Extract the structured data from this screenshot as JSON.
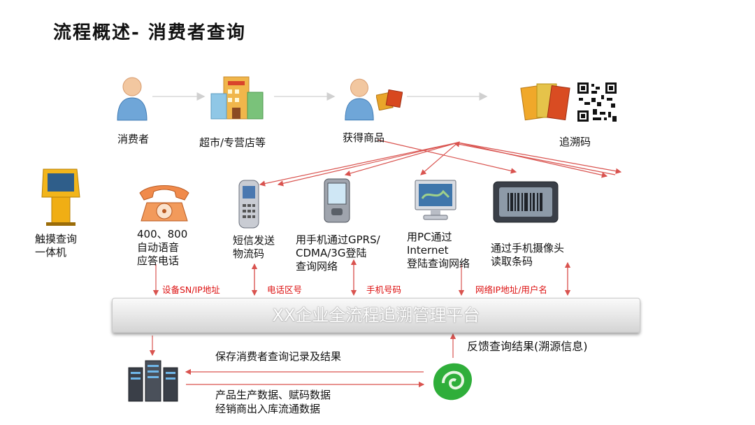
{
  "title": "流程概述- 消费者查询",
  "top_row": {
    "consumer": "消费者",
    "store": "超市/专营店等",
    "product": "获得商品",
    "trace_code": "追溯码"
  },
  "channels": {
    "kiosk": [
      "触摸查询",
      "一体机"
    ],
    "phone": [
      "400、800",
      "自动语音",
      "应答电话"
    ],
    "sms": [
      "短信发送",
      "物流码"
    ],
    "gprs": [
      "用手机通过GPRS/",
      "CDMA/3G登陆",
      "查询网络"
    ],
    "pc": [
      "用PC通过",
      "Internet",
      "登陆查询网络"
    ],
    "camera": [
      "通过手机摄像头",
      "读取条码"
    ]
  },
  "red_labels": {
    "device": "设备SN/IP地址",
    "area_code": "电话区号",
    "phone_number": "手机号码",
    "ip_user": "网络IP地址/用户名"
  },
  "platform": "XX企业全流程追溯管理平台",
  "bottom": {
    "feedback": "反馈查询结果(溯源信息)",
    "save": "保存消费者查询记录及结果",
    "data_line1": "产品生产数据、赋码数据",
    "data_line2": "经销商出入库流通数据"
  },
  "colors": {
    "arrow_red": "#d9534f",
    "arrow_gray": "#d5d5d5",
    "label_red": "#dd1111"
  }
}
